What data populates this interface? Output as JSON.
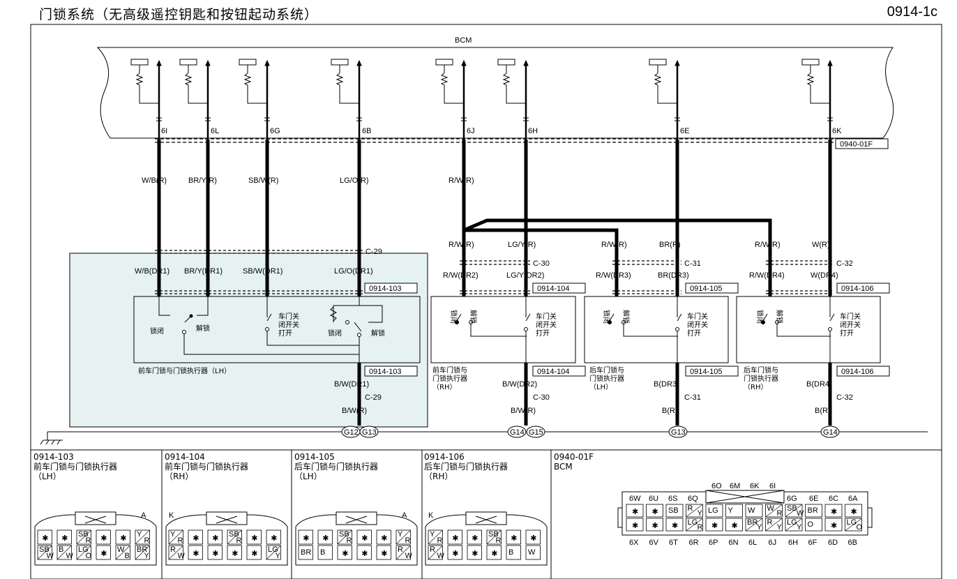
{
  "title": "门锁系统（无高级遥控钥匙和按钮起动系统）",
  "page_code": "0914-1c",
  "bcm_label": "BCM",
  "bcm_connector": "0940-01F",
  "bcm_pins": [
    "6I",
    "6L",
    "6G",
    "6B",
    "6J",
    "6H",
    "6E",
    "6K"
  ],
  "upper_wires": [
    "W/B(R)",
    "BR/Y(R)",
    "SB/W(R)",
    "LG/O(R)",
    "R/W(R)"
  ],
  "front_lh": {
    "junction": "C-29",
    "wires": [
      "W/B(DR1)",
      "BR/Y(DR1)",
      "SB/W(DR1)",
      "LG/O(DR1)"
    ],
    "connector": "0914-103",
    "lock": "锁闭",
    "unlock": "解锁",
    "lock2": "锁闭",
    "unlock2": "解锁",
    "switch": [
      "车门关",
      "闭开关",
      "打开"
    ],
    "name": "前车门锁与门锁执行器（LH）",
    "ground_wire": "B/W(DR1)",
    "ground_wire2": "B/W(R)",
    "grounds": [
      "G12",
      "G13"
    ]
  },
  "actuators": [
    {
      "upper": [
        "R/W(R)",
        "LG/Y(R)"
      ],
      "junction": "C-30",
      "wires": [
        "R/W(DR2)",
        "LG/Y(DR2)"
      ],
      "connector": "0914-104",
      "name": [
        "前车门锁与",
        "门锁执行器",
        "（RH）"
      ],
      "ground_wire": "B/W(DR2)",
      "ground_wire2": "B/W(R)",
      "grounds": [
        "G14",
        "G15"
      ]
    },
    {
      "upper": [
        "R/W(R)",
        "BR(R)"
      ],
      "junction": "C-31",
      "wires": [
        "R/W(DR3)",
        "BR(DR3)"
      ],
      "connector": "0914-105",
      "name": [
        "后车门锁与",
        "门锁执行器",
        "（LH）"
      ],
      "ground_wire": "B(DR3)",
      "ground_wire2": "B(R)",
      "grounds": [
        "G13"
      ]
    },
    {
      "upper": [
        "R/W(R)",
        "W(R)"
      ],
      "junction": "C-32",
      "wires": [
        "R/W(DR4)",
        "W(DR4)"
      ],
      "connector": "0914-106",
      "name": [
        "后车门锁与",
        "门锁执行器",
        "（RH）"
      ],
      "ground_wire": "B(DR4)",
      "ground_wire2": "B(R)",
      "grounds": [
        "G14"
      ]
    }
  ],
  "actuator_labels": {
    "lock": "锁闭",
    "unlock": "解锁",
    "switch": [
      "车门关",
      "闭开关",
      "打开"
    ]
  },
  "connectors": [
    {
      "id": "0914-103",
      "name": "前车门锁与门锁执行器",
      "side": "（LH）"
    },
    {
      "id": "0914-104",
      "name": "前车门锁与门锁执行器",
      "side": "（RH）"
    },
    {
      "id": "0914-105",
      "name": "后车门锁与门锁执行器",
      "side": "（LH）"
    },
    {
      "id": "0914-106",
      "name": "后车门锁与门锁执行器",
      "side": "（RH）"
    },
    {
      "id": "0940-01F",
      "name": "BCM",
      "side": ""
    }
  ],
  "conn_pins": {
    "c103": {
      "corner": "A",
      "row1": [
        "*",
        "*",
        "SB/R",
        "*",
        "*",
        "Y/R"
      ],
      "row2": [
        "SB/W",
        "B/W",
        "LG/O",
        "*",
        "W/B",
        "BR/Y"
      ]
    },
    "c104": {
      "corner": "K",
      "row1": [
        "Y/R",
        "*",
        "*",
        "SB/R",
        "*",
        "*"
      ],
      "row2": [
        "R/W",
        "*",
        "*",
        "*",
        "*",
        "LG/Y"
      ]
    },
    "c105": {
      "corner": "A",
      "row1": [
        "*",
        "*",
        "SB/R",
        "*",
        "*",
        "Y/R"
      ],
      "row2": [
        "BR",
        "B",
        "*",
        "*",
        "*",
        "R/W"
      ]
    },
    "c106": {
      "corner": "K",
      "row1": [
        "Y/R",
        "*",
        "*",
        "SB/R",
        "*",
        "*"
      ],
      "row2": [
        "R/W",
        "*",
        "*",
        "*",
        "B",
        "W"
      ]
    },
    "bcm": {
      "top_labels": [
        "6O",
        "6M",
        "6K",
        "6I"
      ],
      "row1_labels": [
        "6W",
        "6U",
        "6S",
        "6Q",
        "6G",
        "6E",
        "6C",
        "6A"
      ],
      "row1": [
        "*",
        "*",
        "SB",
        "R/Y",
        "LG",
        "Y",
        "W",
        "W/R",
        "SB/W",
        "BR",
        "*",
        "*"
      ],
      "row2": [
        "*",
        "*",
        "*",
        "LG/R",
        "*",
        "*",
        "BR/Y",
        "R/Y",
        "LG/Y",
        "O",
        "*",
        "LG/O"
      ],
      "bottom_labels": [
        "6X",
        "6V",
        "6T",
        "6R",
        "6P",
        "6N",
        "6L",
        "6J",
        "6H",
        "6F",
        "6D",
        "6B"
      ]
    }
  }
}
